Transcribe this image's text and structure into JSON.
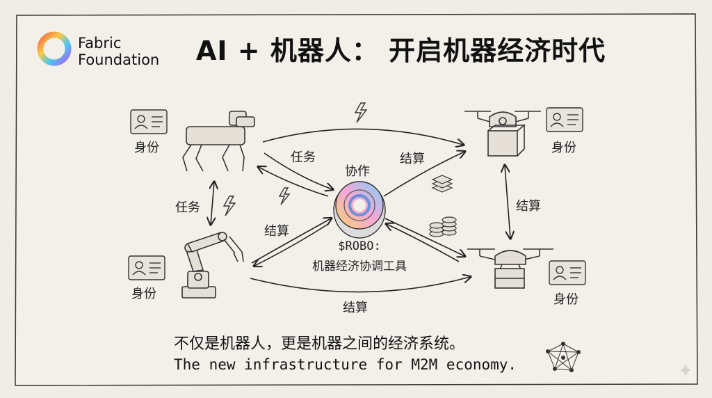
{
  "brand": {
    "line1": "Fabric",
    "line2": "Foundation"
  },
  "title": "AI + 机器人： 开启机器经济时代",
  "labels": {
    "identity": "身份",
    "task": "任务",
    "settlement": "结算",
    "collaboration": "协作"
  },
  "center": {
    "token": "$ROBO:",
    "description": "机器经济协调工具"
  },
  "tagline": {
    "cn": "不仅是机器人，更是机器之间的经济系统。",
    "en": "The new infrastructure for M2M economy."
  },
  "icons": [
    "fabric-logo-icon",
    "id-card-icon",
    "robot-dog-icon",
    "robot-arm-icon",
    "drone-icon",
    "lightning-icon",
    "token-coin-icon",
    "coin-stack-icon",
    "layers-icon",
    "network-icon",
    "sparkle-icon"
  ]
}
